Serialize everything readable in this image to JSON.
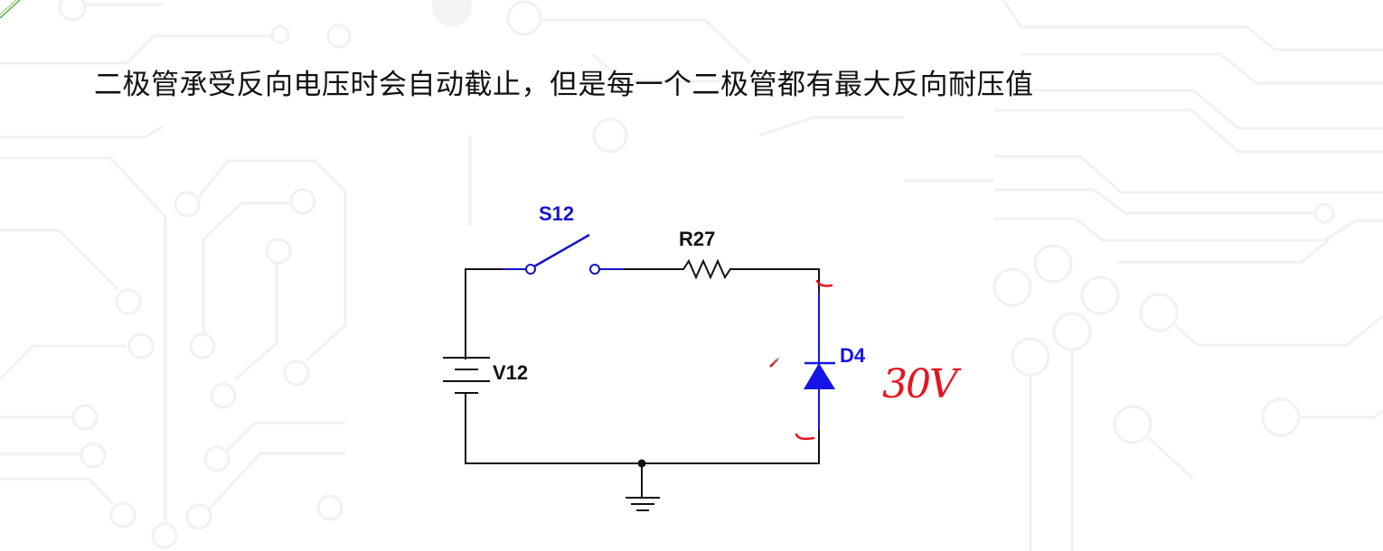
{
  "slide": {
    "headline": "二极管承受反向电压时会自动截止，但是每一个二极管都有最大反向耐压值"
  },
  "circuit": {
    "components": [
      {
        "id": "switch",
        "label": "S12",
        "type": "switch",
        "state": "open",
        "color": "#1414c8"
      },
      {
        "id": "resistor",
        "label": "R27",
        "type": "resistor",
        "color": "#111111"
      },
      {
        "id": "battery",
        "label": "V12",
        "type": "dc-voltage-source",
        "color": "#111111"
      },
      {
        "id": "diode",
        "label": "D4",
        "type": "diode",
        "color": "#1414e6"
      },
      {
        "id": "ground",
        "type": "ground",
        "color": "#111111"
      }
    ],
    "annotation": {
      "handwritten_text": "30V",
      "color": "#e8141e"
    }
  },
  "theme": {
    "wire_color": "#111111",
    "accent_green": "#4caf50",
    "background_pattern_color": "#f2f2f2"
  }
}
